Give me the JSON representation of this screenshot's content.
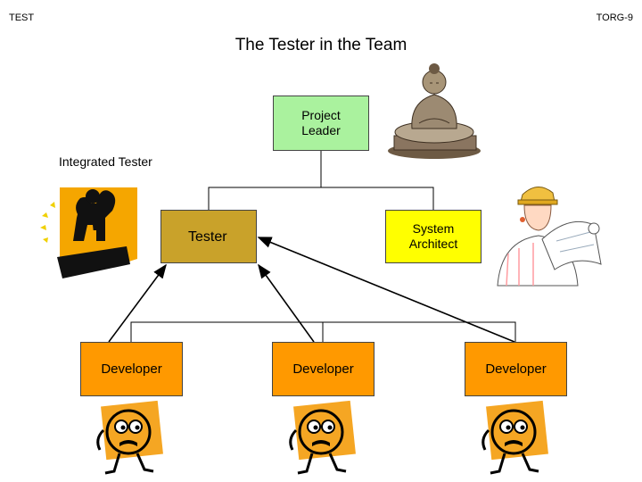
{
  "header": {
    "left": "TEST",
    "right": "TORG-9"
  },
  "title": "The Tester in the Team",
  "nodes": {
    "project_leader": "Project\nLeader",
    "tester": "Tester",
    "system_architect": "System\nArchitect",
    "developers": [
      "Developer",
      "Developer",
      "Developer"
    ]
  },
  "labels": {
    "integrated_tester": "Integrated Tester"
  },
  "colors": {
    "project_leader": "#aaf29e",
    "tester": "#c9a22a",
    "system_architect": "#ffff00",
    "developer": "#ff9900"
  },
  "icons": [
    "buddha-statue-icon",
    "strongman-tester-icon",
    "architect-with-blueprints-icon",
    "worried-developer-icon"
  ]
}
